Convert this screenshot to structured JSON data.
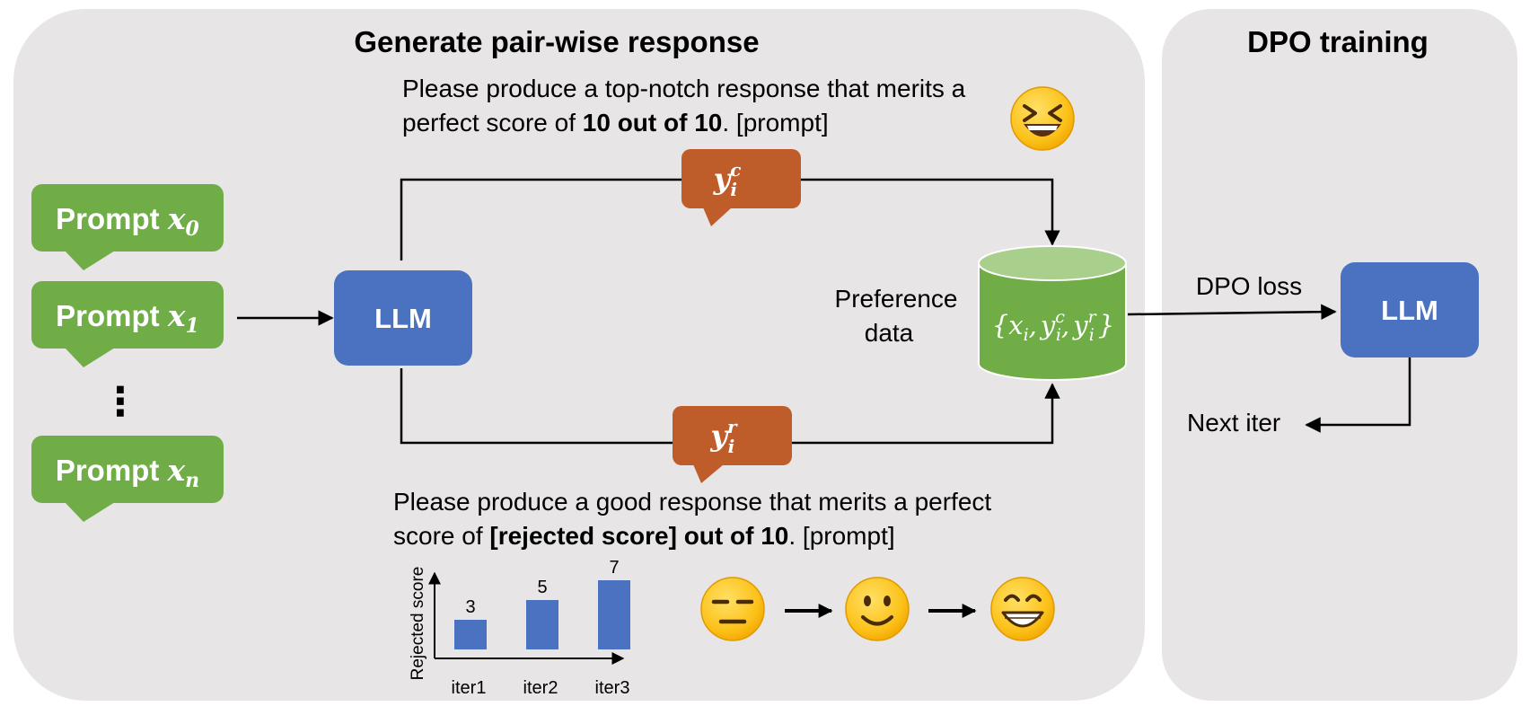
{
  "panels": {
    "generate_title": "Generate pair-wise response",
    "dpo_title": "DPO training"
  },
  "chosen_prompt": {
    "line1": "Please produce a top-notch response that merits a",
    "line2_pre": "perfect score of ",
    "line2_bold": "10 out of 10",
    "line2_post": ". [prompt]"
  },
  "rejected_prompt": {
    "line1": "Please produce a good response that merits a perfect",
    "line2_pre": "score of ",
    "line2_bold": "[rejected score] out of 10",
    "line2_post": ". [prompt]"
  },
  "prompts": [
    {
      "word": "Prompt",
      "var": "x",
      "sub": "0"
    },
    {
      "word": "Prompt",
      "var": "x",
      "sub": "1"
    },
    {
      "word": "Prompt",
      "var": "x",
      "sub": "n"
    }
  ],
  "ellipsis": "⋮",
  "llm_label": "LLM",
  "llm2_label": "LLM",
  "chosen_bubble": {
    "var": "y",
    "sub": "i",
    "sup": "c"
  },
  "rejected_bubble": {
    "var": "y",
    "sub": "i",
    "sup": "r"
  },
  "preference": {
    "line1": "Preference",
    "line2": "data",
    "formula": {
      "open": "{",
      "x": "x",
      "x_sub": "i",
      "comma": ",",
      "yc": "y",
      "yc_sub": "i",
      "yc_sup": "c",
      "yr": "y",
      "yr_sub": "i",
      "yr_sup": "r",
      "close": "}"
    }
  },
  "dpo_loss": "DPO loss",
  "next_iter": "Next iter",
  "emojis": {
    "chosen": "laughing-face",
    "progression": [
      "expressionless-face",
      "slightly-smiling-face",
      "grinning-face"
    ]
  },
  "colors": {
    "panel_bg": "#e7e5e6",
    "prompt_green": "#70ad47",
    "llm_blue": "#4a72c0",
    "bubble_orange": "#bf5d2a",
    "cylinder_green": "#70ad47",
    "cylinder_top": "#a8cf8c",
    "bar_blue": "#4a72c0"
  },
  "chart_data": {
    "type": "bar",
    "categories": [
      "iter1",
      "iter2",
      "iter3"
    ],
    "values": [
      3,
      5,
      7
    ],
    "ylabel": "Rejected score",
    "xlabel": "",
    "ylim": [
      0,
      8
    ]
  }
}
